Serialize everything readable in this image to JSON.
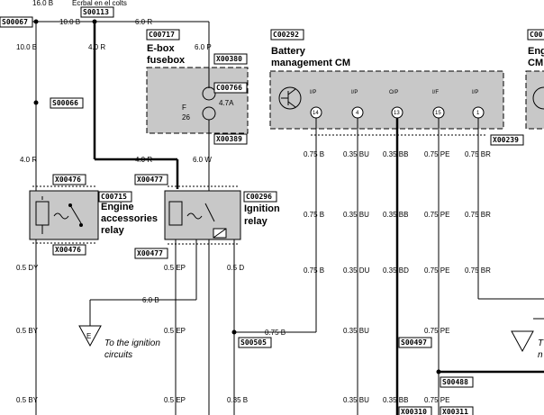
{
  "top": {
    "v1": "16.0 B",
    "v2": "Ecrbal en el colts"
  },
  "wires": {
    "w_10_0b_a": "10.0 B",
    "w_10_0b_b": "10.0 B",
    "w_6_0r_top": "6.0 R",
    "w_4_0r_a": "4.0 R",
    "w_6_0p": "6.0 P",
    "w_4_0r_b": "4.0 R",
    "w_4_0r_c": "4.0 R",
    "w_6_0w": "6.0 W",
    "w_05dy": "0.5 DY",
    "w_05ep_a": "0.5 EP",
    "w_05d": "0.5 D",
    "w_60b": "6.0 B",
    "w_05by_a": "0.5 BY",
    "w_05ep_b": "0.5 EP",
    "w_05by_b": "0.5 BY",
    "w_05ep_c": "0.5 EP",
    "w_035b": "0.35 B",
    "w_075b_h": "0.75 B"
  },
  "columns": {
    "c1": [
      "0.75 B",
      "0.75 B",
      "0.75 B"
    ],
    "c2": [
      "0.35 BU",
      "0.35 BU",
      "0.35 DU",
      "0.35 BU",
      "0.35 BU"
    ],
    "c3": [
      "0.35 BB",
      "0.35 BB",
      "0.35 BD",
      "0.35 BB"
    ],
    "c4": [
      "0.75 PE",
      "0.75 PE",
      "0.75 PE",
      "0.75 PE",
      "0.75 PE"
    ],
    "c5": [
      "0.75 BR",
      "0.75 BR",
      "0.75 BR"
    ]
  },
  "tags": {
    "s00067": "S00067",
    "s00113": "S00113",
    "c00717": "C00717",
    "x00380": "X00380",
    "c00766": "C00766",
    "x00389": "X00389",
    "s00066": "S00066",
    "x00476a": "X00476",
    "c00715": "C00715",
    "x00476b": "X00476",
    "x00477a": "X00477",
    "c00296": "C00296",
    "x00477b": "X00477",
    "c00292": "C00292",
    "x00239": "X00239",
    "s00505": "S00505",
    "s00497": "S00497",
    "s00488": "S00488",
    "x00310": "X00310",
    "x00311": "X00311",
    "c00_edge": "C00"
  },
  "components": {
    "ebox_title": [
      "E-box",
      "fusebox"
    ],
    "fuse_rating": "4.7A",
    "fuse_f": "F",
    "fuse_num": "26",
    "bms_title": [
      "Battery",
      "management CM"
    ],
    "eng_relay_title": [
      "Engine",
      "accessories",
      "relay"
    ],
    "ign_relay_title": [
      "Ignition",
      "relay"
    ],
    "edge_title": [
      "Eng",
      "CM"
    ],
    "to_ignition": [
      "To the ignition",
      "circuits"
    ],
    "edge_note": [
      "T",
      "n"
    ]
  },
  "pins": [
    {
      "label": "I/P",
      "num": "14"
    },
    {
      "label": "I/P",
      "num": "4"
    },
    {
      "label": "O/P",
      "num": "13"
    },
    {
      "label": "I/F",
      "num": "15"
    },
    {
      "label": "I/P",
      "num": "1"
    }
  ]
}
